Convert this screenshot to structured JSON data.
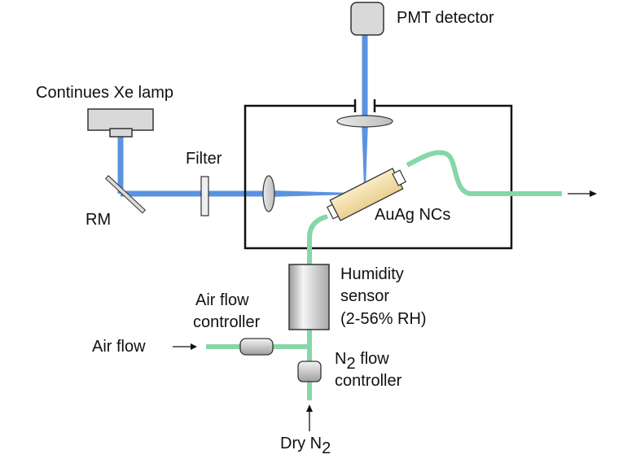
{
  "labels": {
    "pmt_detector": "PMT detector",
    "xe_lamp": "Continues Xe lamp",
    "filter": "Filter",
    "rm": "RM",
    "sample": "AuAg NCs",
    "humidity_line1": "Humidity",
    "humidity_line2": "sensor",
    "humidity_line3": "(2-56% RH)",
    "air_flow_controller_line1": "Air flow",
    "air_flow_controller_line2": "controller",
    "air_flow": "Air flow",
    "n2_controller_prefix": "N",
    "n2_controller_sub": "2",
    "n2_controller_suffix": " flow",
    "n2_controller_line2": "controller",
    "dry_n2_prefix": "Dry N",
    "dry_n2_sub": "2"
  },
  "colors": {
    "light_beam": "#5b93e0",
    "gas_tube": "#86d6a8",
    "component_fill": "#d9d9d9",
    "sample_fill": "#f4e0b0",
    "chamber_stroke": "#111111"
  }
}
